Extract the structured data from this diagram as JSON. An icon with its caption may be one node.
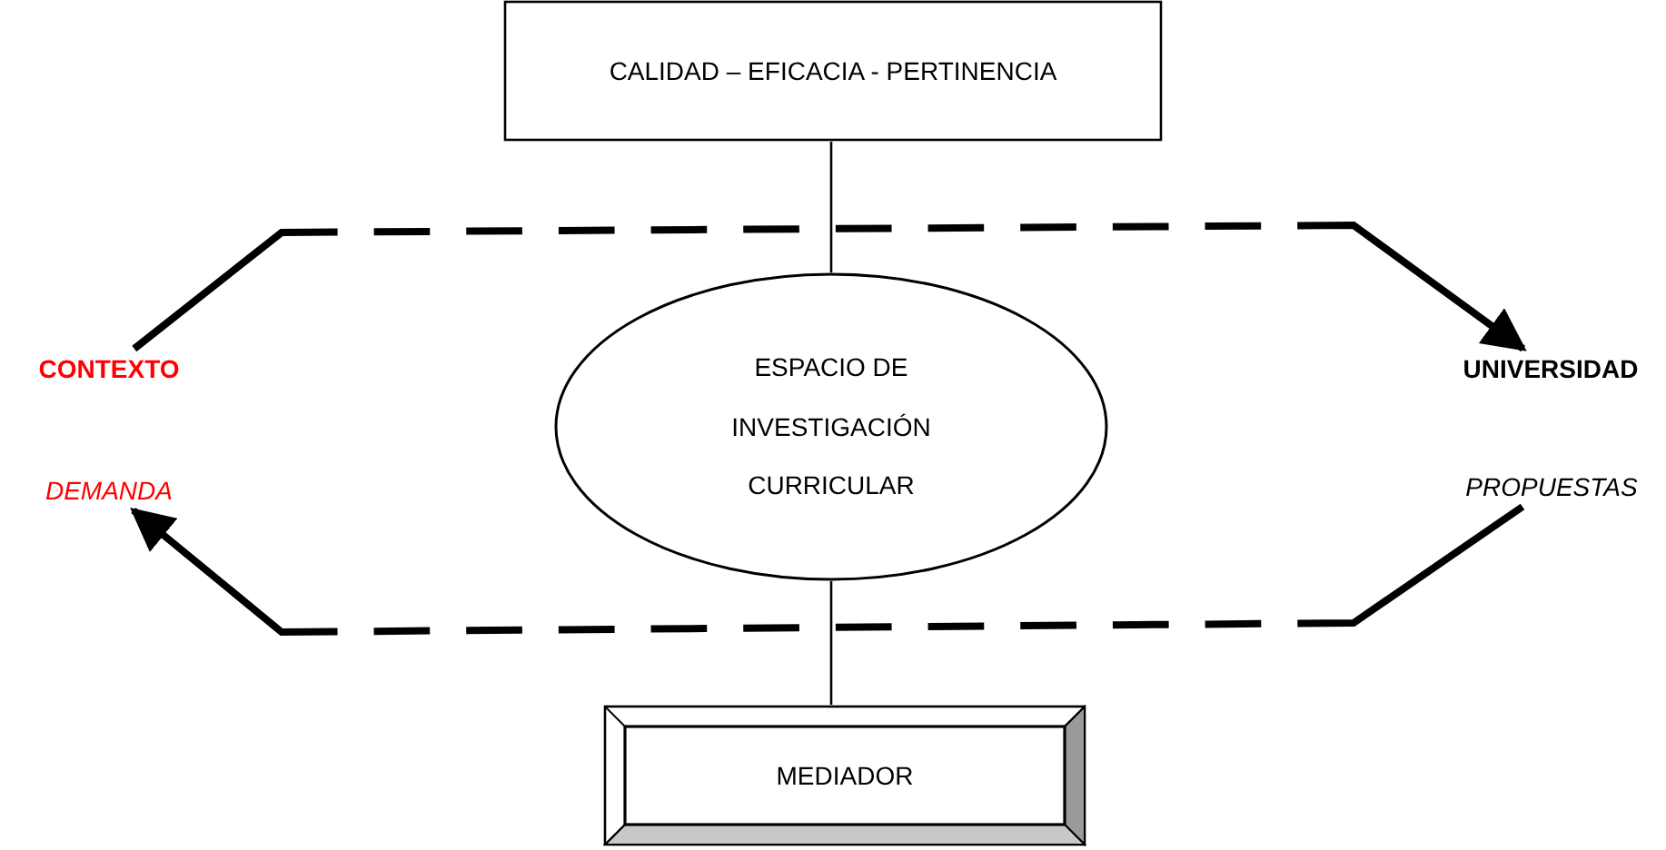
{
  "diagram": {
    "nodes": [
      {
        "text": [
          "CALIDAD – EFICACIA - PERTINENCIA"
        ]
      },
      {
        "text": [
          "ESPACIO DE INVESTIGACIÓN CURRICULAR"
        ]
      },
      {
        "text": [
          "MEDIADOR"
        ]
      },
      {
        "text": [
          "CONTEXTO"
        ]
      },
      {
        "text": [
          "DEMANDA"
        ]
      },
      {
        "text": [
          "UNIVERSIDAD"
        ]
      },
      {
        "text": [
          "PROPUESTAS"
        ]
      }
    ],
    "edges": [
      {
        "from": 0,
        "to": 1,
        "arrow": "none"
      },
      {
        "from": 1,
        "to": 2,
        "arrow": "none"
      },
      {
        "from": 3,
        "to": 5,
        "arrow": "to",
        "style": "dashed"
      },
      {
        "from": 6,
        "to": 4,
        "arrow": "to",
        "style": "dashed"
      }
    ]
  }
}
